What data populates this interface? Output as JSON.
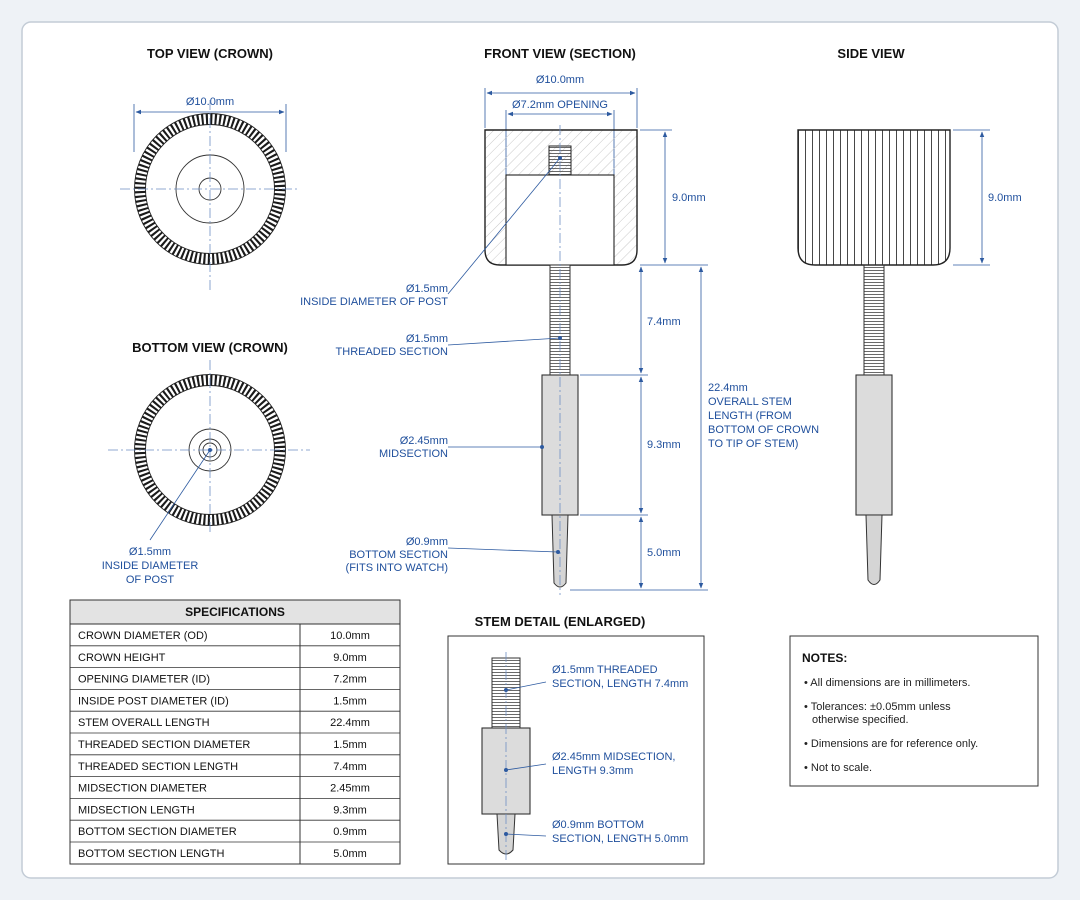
{
  "views": {
    "top": {
      "title": "TOP VIEW (CROWN)",
      "dia": "Ø10.0mm"
    },
    "bottom": {
      "title": "BOTTOM VIEW (CROWN)",
      "callout": [
        "Ø1.5mm",
        "INSIDE DIAMETER",
        "OF POST"
      ]
    },
    "front": {
      "title": "FRONT VIEW (SECTION)",
      "dia": "Ø10.0mm",
      "opening": "Ø7.2mm OPENING",
      "crown_h": "9.0mm",
      "thread_len": "7.4mm",
      "mid_len": "9.3mm",
      "bottom_len": "5.0mm",
      "post_callout": [
        "Ø1.5mm",
        "INSIDE DIAMETER OF POST"
      ],
      "thread_callout": [
        "Ø1.5mm",
        "THREADED SECTION"
      ],
      "mid_callout": [
        "Ø2.45mm",
        "MIDSECTION"
      ],
      "bottom_callout": [
        "Ø0.9mm",
        "BOTTOM SECTION",
        "(FITS INTO WATCH)"
      ],
      "overall": [
        "22.4mm",
        "OVERALL STEM",
        "LENGTH (FROM",
        "BOTTOM OF CROWN",
        "TO TIP OF STEM)"
      ]
    },
    "side": {
      "title": "SIDE VIEW",
      "crown_h": "9.0mm"
    },
    "detail": {
      "title": "STEM DETAIL (ENLARGED)",
      "thread": [
        "Ø1.5mm THREADED",
        "SECTION, LENGTH 7.4mm"
      ],
      "mid": [
        "Ø2.45mm MIDSECTION,",
        "LENGTH 9.3mm"
      ],
      "bottom": [
        "Ø0.9mm BOTTOM",
        "SECTION, LENGTH 5.0mm"
      ]
    }
  },
  "specs": {
    "title": "SPECIFICATIONS",
    "rows": [
      [
        "CROWN DIAMETER (OD)",
        "10.0mm"
      ],
      [
        "CROWN HEIGHT",
        "9.0mm"
      ],
      [
        "OPENING DIAMETER (ID)",
        "7.2mm"
      ],
      [
        "INSIDE POST DIAMETER (ID)",
        "1.5mm"
      ],
      [
        "STEM OVERALL LENGTH",
        "22.4mm"
      ],
      [
        "THREADED SECTION DIAMETER",
        "1.5mm"
      ],
      [
        "THREADED SECTION LENGTH",
        "7.4mm"
      ],
      [
        "MIDSECTION DIAMETER",
        "2.45mm"
      ],
      [
        "MIDSECTION LENGTH",
        "9.3mm"
      ],
      [
        "BOTTOM SECTION DIAMETER",
        "0.9mm"
      ],
      [
        "BOTTOM SECTION LENGTH",
        "5.0mm"
      ]
    ]
  },
  "notes": {
    "title": "NOTES:",
    "items": [
      [
        "• All dimensions are in millimeters."
      ],
      [
        "• Tolerances: ±0.05mm unless",
        "   otherwise specified."
      ],
      [
        "• Dimensions are for reference only."
      ],
      [
        "• Not to scale."
      ]
    ]
  },
  "colors": {
    "dimension": "#1f4f9c",
    "line": "#222222",
    "panel": "#ffffff"
  }
}
